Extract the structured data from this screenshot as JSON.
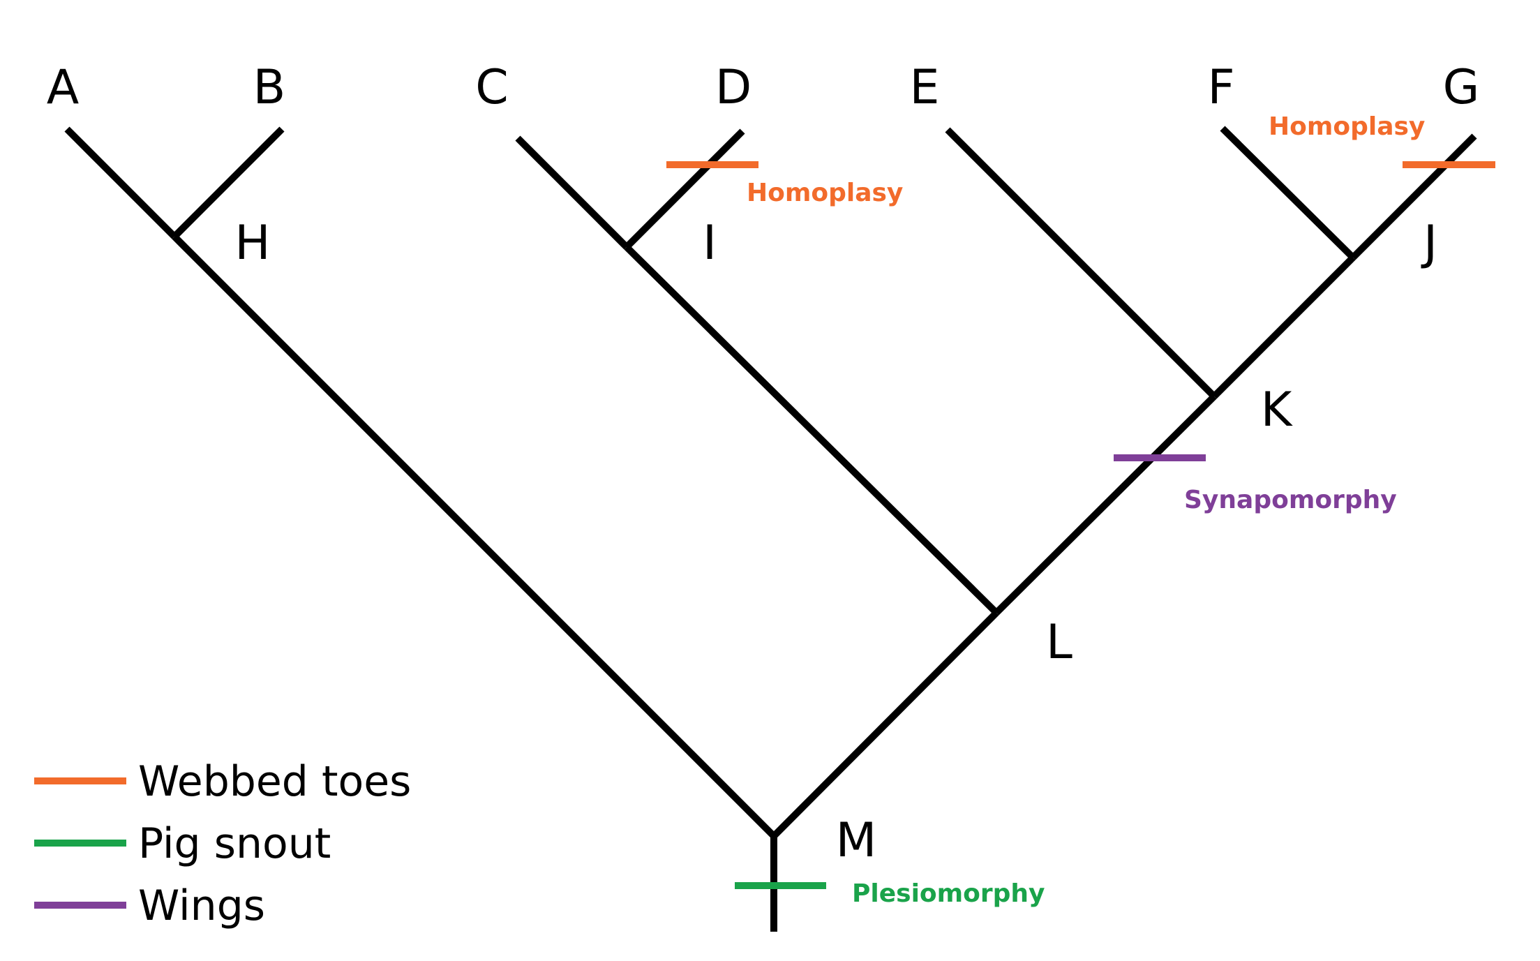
{
  "tree": {
    "tips": [
      {
        "id": "A",
        "label": "A"
      },
      {
        "id": "B",
        "label": "B"
      },
      {
        "id": "C",
        "label": "C"
      },
      {
        "id": "D",
        "label": "D"
      },
      {
        "id": "E",
        "label": "E"
      },
      {
        "id": "F",
        "label": "F"
      },
      {
        "id": "G",
        "label": "G"
      }
    ],
    "internal_nodes": [
      {
        "id": "H",
        "label": "H",
        "children": [
          "A",
          "B"
        ]
      },
      {
        "id": "I",
        "label": "I",
        "children": [
          "C",
          "D"
        ]
      },
      {
        "id": "J",
        "label": "J",
        "children": [
          "F",
          "G"
        ]
      },
      {
        "id": "K",
        "label": "K",
        "children": [
          "E",
          "J"
        ]
      },
      {
        "id": "L",
        "label": "L",
        "children": [
          "I",
          "K"
        ]
      },
      {
        "id": "M",
        "label": "M",
        "children": [
          "H",
          "L"
        ]
      }
    ]
  },
  "traits": [
    {
      "id": "webbed",
      "label": "Webbed toes",
      "color": "#f26b2b"
    },
    {
      "id": "pig",
      "label": "Pig snout",
      "color": "#1aa34a"
    },
    {
      "id": "wings",
      "label": "Wings",
      "color": "#7f3f98"
    }
  ],
  "annotations": [
    {
      "id": "homoplasy-d",
      "text": "Homoplasy",
      "trait": "webbed",
      "branch": "I-D"
    },
    {
      "id": "homoplasy-g",
      "text": "Homoplasy",
      "trait": "webbed",
      "branch": "J-G"
    },
    {
      "id": "synapomorphy-k",
      "text": "Synapomorphy",
      "trait": "wings",
      "branch": "L-K"
    },
    {
      "id": "plesiomorphy-m",
      "text": "Plesiomorphy",
      "trait": "pig",
      "branch": "root"
    }
  ]
}
